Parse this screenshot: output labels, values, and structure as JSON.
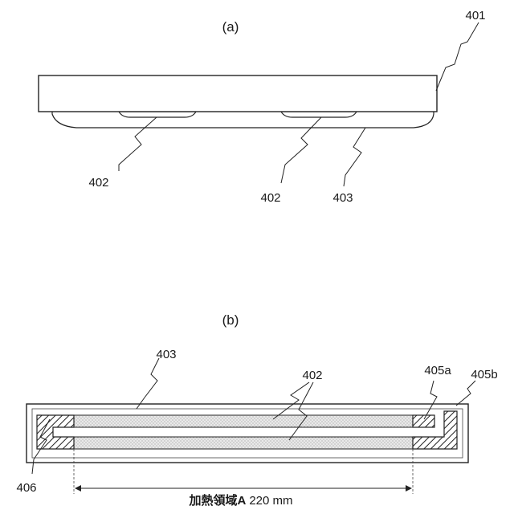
{
  "figure_a": {
    "title": "(a)",
    "labels": {
      "substrate": "401",
      "heater_left": "402",
      "heater_right": "402",
      "coating": "403"
    }
  },
  "figure_b": {
    "title": "(b)",
    "labels": {
      "coating": "403",
      "heater": "402",
      "electrode_a": "405a",
      "electrode_b": "405b",
      "connector": "406"
    },
    "dimension": {
      "name": "加熱領域A",
      "value": "220 mm"
    }
  }
}
